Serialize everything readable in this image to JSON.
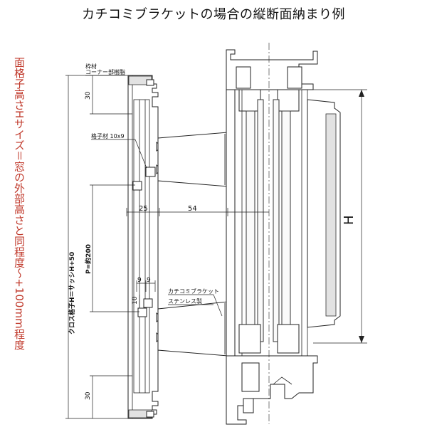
{
  "title": "カチコミブラケットの場合の縦断面納まり例",
  "side_note": "面格子高さHサイズ＝窓の外部高さと同程度～+100mm程度",
  "labels": {
    "frame_material": "枠材",
    "corner_resin": "コーナー部樹脂",
    "lattice_material": "格子材 10x9",
    "bracket_name": "カチコミブラケット",
    "bracket_material": "ステンレス製",
    "cross_lattice_height": "クロス格子H＝サッシH+50",
    "pitch": "P=約200"
  },
  "dimensions": {
    "top_30": "30",
    "bottom_30": "30",
    "dim_25": "25",
    "dim_54": "54",
    "dim_9a": "9",
    "dim_9b": "9",
    "dim_10": "10",
    "height_h": "H"
  }
}
